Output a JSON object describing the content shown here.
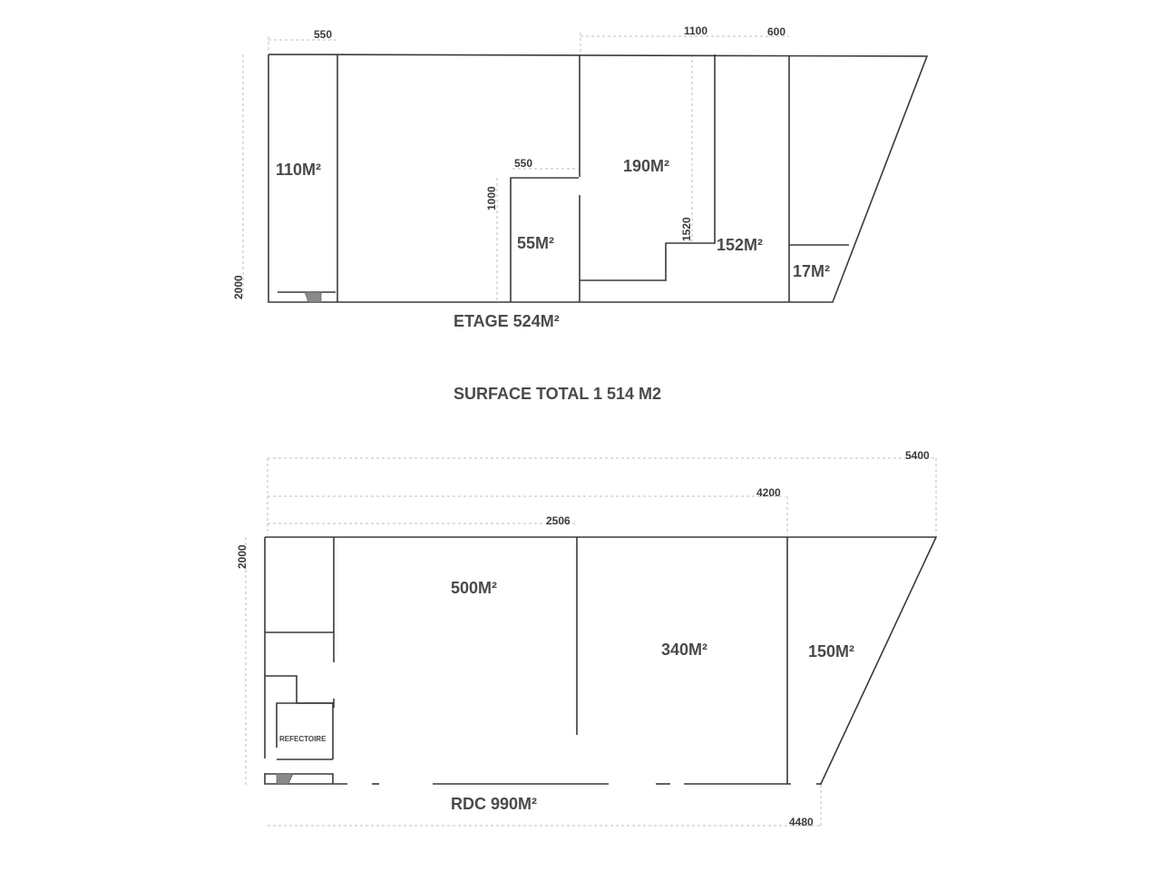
{
  "document": {
    "total_surface_label": "SURFACE TOTAL 1 514 M2"
  },
  "upper_floor": {
    "title": "ETAGE 524M²",
    "rooms": [
      {
        "label": "110M²"
      },
      {
        "label": "55M²"
      },
      {
        "label": "190M²"
      },
      {
        "label": "152M²"
      },
      {
        "label": "17M²"
      }
    ],
    "dimensions": {
      "top_left_width": "550",
      "inner_width": "550",
      "inner_height": "1000",
      "step_height": "1520",
      "top_mid_width": "1100",
      "top_right_width": "600",
      "left_height": "2000"
    }
  },
  "ground_floor": {
    "title": "RDC 990M²",
    "rooms": [
      {
        "label": "500M²"
      },
      {
        "label": "340M²"
      },
      {
        "label": "150M²"
      },
      {
        "label": "REFECTOIRE"
      }
    ],
    "dimensions": {
      "overall_width": "5400",
      "width_4200": "4200",
      "width_2506": "2506",
      "left_height": "2000",
      "bottom_width": "4480"
    }
  }
}
